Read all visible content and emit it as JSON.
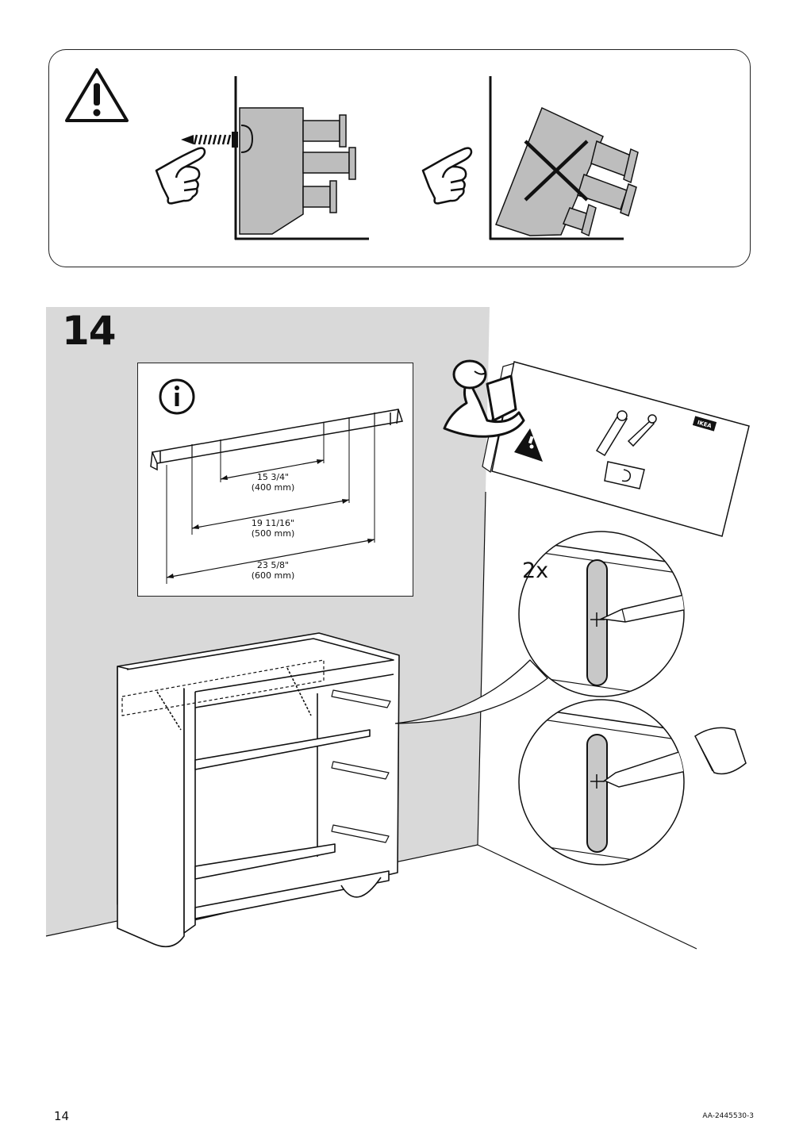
{
  "step": {
    "number": "14",
    "quantity_label": "2x"
  },
  "info_box": {
    "dimensions": [
      {
        "imperial": "15 3/4\"",
        "metric": "(400 mm)"
      },
      {
        "imperial": "19 11/16\"",
        "metric": "(500 mm)"
      },
      {
        "imperial": "23 5/8\"",
        "metric": "(600 mm)"
      }
    ]
  },
  "booklet": {
    "brand": "IKEA"
  },
  "footer": {
    "page_number": "14",
    "document_code": "AA-2445530-3"
  },
  "colors": {
    "wall": "#d9d9d9",
    "line": "#111111",
    "part_fill": "#bdbdbd",
    "slot_fill": "#c8c8c8"
  }
}
